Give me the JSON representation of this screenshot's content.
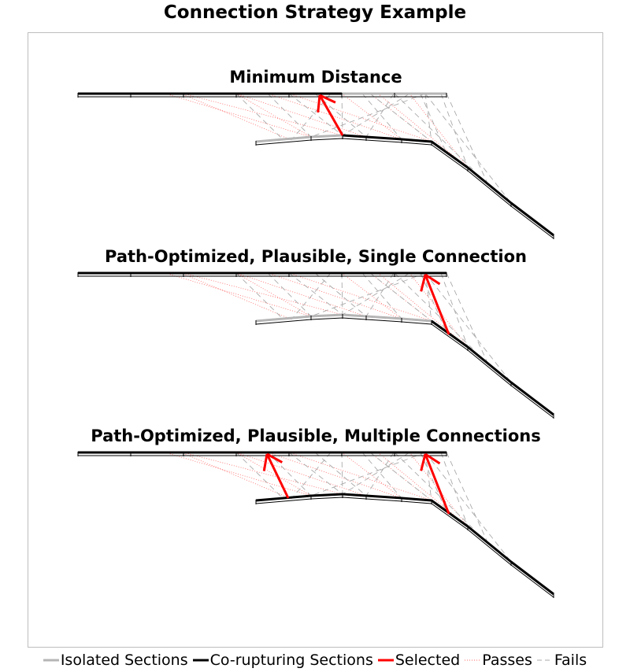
{
  "title": "Connection Strategy Example",
  "panels": [
    {
      "title": "Minimum Distance"
    },
    {
      "title": "Path-Optimized, Plausible, Single Connection"
    },
    {
      "title": "Path-Optimized, Plausible, Multiple Connections"
    }
  ],
  "legend": [
    {
      "label": "Isolated Sections",
      "color": "#b5b5b5",
      "style": "solid-thick"
    },
    {
      "label": "Co-rupturing Sections",
      "color": "#000000",
      "style": "solid-thick"
    },
    {
      "label": "Selected",
      "color": "#ff0000",
      "style": "solid-thick"
    },
    {
      "label": "Passes",
      "color": "#ff6666",
      "style": "dotted"
    },
    {
      "label": "Fails",
      "color": "#aaaaaa",
      "style": "dashed"
    }
  ],
  "colors": {
    "isolated": "#b5b5b5",
    "corupturing": "#000000",
    "selected": "#ff0000",
    "passes": "#ff6666",
    "fails": "#aaaaaa"
  }
}
